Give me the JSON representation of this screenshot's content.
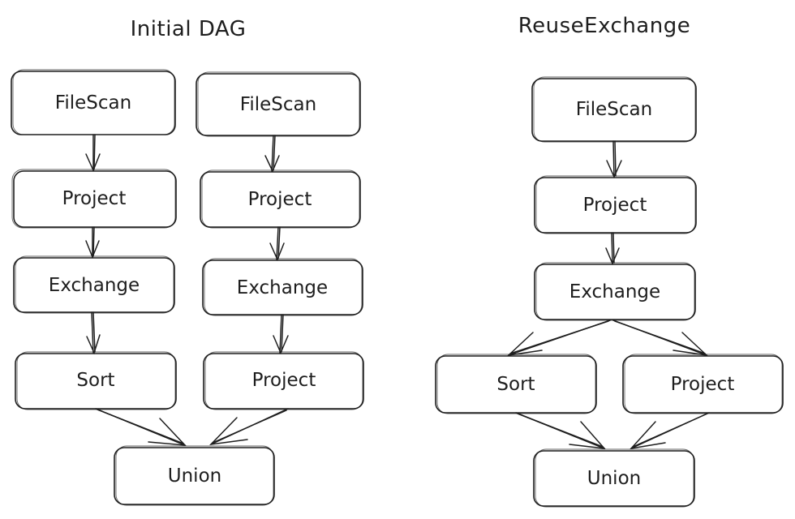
{
  "titles": {
    "left": "Initial DAG",
    "right": "ReuseExchange"
  },
  "nodes": {
    "l_filescan_1": "FileScan",
    "l_filescan_2": "FileScan",
    "l_project_1": "Project",
    "l_project_2": "Project",
    "l_exchange_1": "Exchange",
    "l_exchange_2": "Exchange",
    "l_sort": "Sort",
    "l_project_3": "Project",
    "l_union": "Union",
    "r_filescan": "FileScan",
    "r_project_1": "Project",
    "r_exchange": "Exchange",
    "r_sort": "Sort",
    "r_project_2": "Project",
    "r_union": "Union"
  }
}
